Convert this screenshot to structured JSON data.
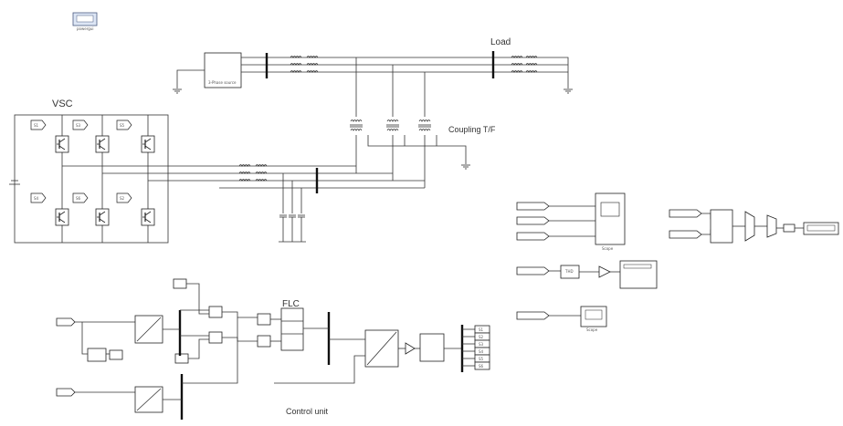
{
  "labels": {
    "vsc": "VSC",
    "load": "Load",
    "coupling": "Coupling T/F",
    "flc": "FLC",
    "control_unit": "Control unit"
  },
  "vsc_pulses": [
    "S1",
    "S3",
    "S5",
    "S4",
    "S6",
    "S2"
  ],
  "output_pulses": [
    "S1",
    "S2",
    "S3",
    "S4",
    "S5",
    "S6"
  ],
  "small_text": {
    "powergui": "powergui",
    "source": "3-Phase source",
    "scope": "Scope",
    "thd": "THD"
  },
  "colors": {
    "line": "#333333",
    "block_fill": "#ffffff",
    "powergui_fill": "#dde6f5"
  }
}
